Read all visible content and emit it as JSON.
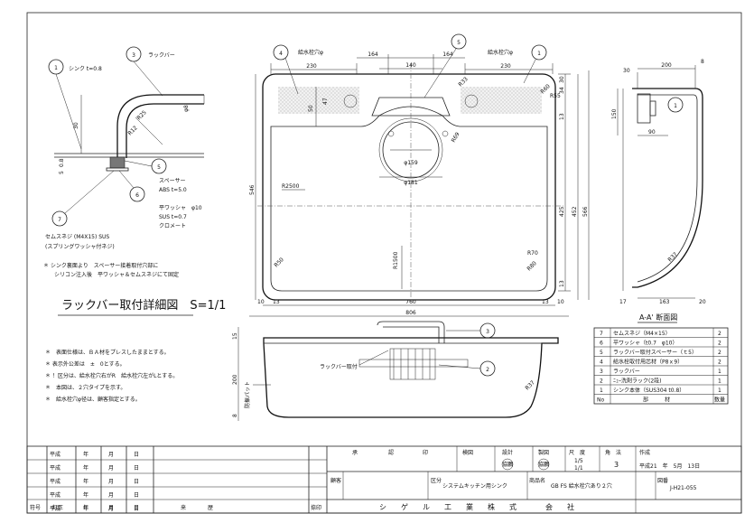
{
  "detail": {
    "title": "ラックバー取付詳細図　S=1/1",
    "labels": {
      "sink": "シンク t=0.8",
      "rackbar": "ラックバー",
      "spacer": "スペーサー",
      "spacer_spec": "ABS t=5.0",
      "washer": "平ワッシャ　φ10",
      "washer_spec": "SUS t=0.7",
      "washer_finish": "クロメート",
      "screw": "セムスネジ (M4X15) SUS",
      "screw_sub": "(スプリングワッシャ付ネジ)",
      "note1": "＊ シンク裏面より　スペーサー接着取付穴部に",
      "note2": "シリコン注入後　平ワッシャ＆セムスネジにて固定"
    },
    "dims": {
      "d30": "30",
      "r25": "R25",
      "r12": "R12",
      "d0_8": "0.8",
      "d5": "5",
      "phi8": "φ8"
    }
  },
  "plan": {
    "dims": {
      "top_230a": "230",
      "top_164a": "164",
      "top_164b": "164",
      "top_140": "140",
      "top_230b": "230",
      "hole_left": "給水栓穴φ",
      "hole_right": "給水栓穴φ",
      "d50": "50",
      "d47": "47",
      "d13a": "13",
      "d34": "34",
      "d30": "30",
      "d546": "546",
      "d425": "425",
      "d452": "452",
      "d566": "566",
      "d13b": "13",
      "d10a": "10",
      "d13c": "13",
      "d13d": "13",
      "d10b": "10",
      "d760": "760",
      "d806": "806",
      "phi159": "φ159",
      "phi181": "φ181",
      "r2500": "R2500",
      "r1500": "R1500",
      "r60": "R60",
      "r70": "R70",
      "r80": "R80",
      "r50": "R50",
      "r69": "R69",
      "r55": "R55",
      "r33": "R33"
    }
  },
  "section": {
    "title": "A-A' 断面図",
    "dims": {
      "d30": "30",
      "d200": "200",
      "d8": "8",
      "d150": "150",
      "d90": "90",
      "d163": "163",
      "d17": "17",
      "d20": "20",
      "r37": "R37"
    }
  },
  "side": {
    "label_rackbar": "ラックバー取付",
    "label_mat": "防振パット",
    "dims": {
      "d15": "15",
      "d200": "200",
      "d8": "8",
      "r37": "R37"
    }
  },
  "callouts": [
    "1",
    "2",
    "3",
    "4",
    "5",
    "6",
    "7"
  ],
  "notes": [
    "＊　表面仕様は、ＢＡ材をプレスしたままとする。",
    "＊ 表示外公差は　±　0とする。",
    "＊ ！区分は、給水栓穴右がR　給水栓穴左がLとする。",
    "＊　本図は、２穴タイプを示す。",
    "＊　給水栓穴φ径は、顧客指定とする。"
  ],
  "parts": {
    "header_no": "No",
    "header_part": "部　　　材",
    "header_qty": "数量",
    "rows": [
      {
        "no": "7",
        "name": "セムスネジ（M4×15）",
        "qty": "2"
      },
      {
        "no": "6",
        "name": "平ワッシャ（t0.7　φ10）",
        "qty": "2"
      },
      {
        "no": "5",
        "name": "ラックバー取付スペーサー（ｔ5）",
        "qty": "2"
      },
      {
        "no": "4",
        "name": "給水栓取付用芯材（P8ｘ9）",
        "qty": "2"
      },
      {
        "no": "3",
        "name": "ラックバー",
        "qty": "1"
      },
      {
        "no": "2",
        "name": "ﾆｭｰ洗剤ラック(2段)",
        "qty": "1"
      },
      {
        "no": "1",
        "name": "シンク本体（SUS304 t0.8）",
        "qty": "1"
      }
    ]
  },
  "title_block": {
    "rev_rows": [
      "平成",
      "平成",
      "平成",
      "平成",
      "平成"
    ],
    "year": "年",
    "month": "月",
    "day": "日",
    "rev_no": "符号",
    "rev_text": "訂正",
    "history": "来　　　　歴",
    "approver": "捺印",
    "approve": "承",
    "approve2": "認",
    "seal": "印",
    "inspect": "検図",
    "design": "設計",
    "drawing": "製図",
    "stamp": "協鵬",
    "scale_label": "尺　度",
    "scale1": "1/5",
    "scale2": "1/1",
    "angle_label": "角　法",
    "angle": "3",
    "created_label": "作成",
    "created": "平成21　年　5月　13日",
    "customer_label": "顧客",
    "class_label": "区分",
    "class": "システムキッチン用シンク",
    "product_label": "商品名",
    "product": "GB FS 給水栓穴あり２穴",
    "drawing_no_label": "図番",
    "drawing_no": "J-H21-055",
    "company": "シ　　ゲ　　ル　　工　　業　　株　　式　　　　会　　社"
  }
}
